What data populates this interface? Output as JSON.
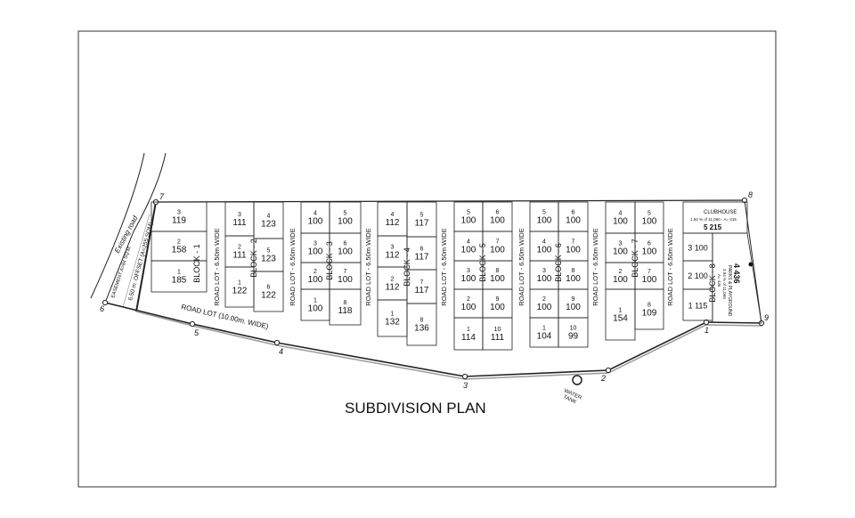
{
  "title": "SUBDIVISION PLAN",
  "labels": {
    "existing_road": "Existing road",
    "easement": "EASEMENT A=84 SQ.M.",
    "offset": "6.50 m. OFFSET (A=255 SQM)",
    "main_road": "ROAD LOT  (10.00m. WIDE)",
    "inner_road": "ROAD LOT - 6.50m WIDE",
    "water_tank_1": "WATER",
    "water_tank_2": "TANK",
    "clubhouse": "CLUBHOUSE",
    "clubhouse_note": "1.94 % of 11,060 - A= 215",
    "clubhouse_lot": "5 215",
    "park_lot": "4 436",
    "park_name": "PARKS & PLAYGROUND",
    "park_note": "3.94 % of 11,060",
    "park_area": "A= 436"
  },
  "points": [
    "1",
    "2",
    "3",
    "4",
    "5",
    "6",
    "7",
    "8",
    "9"
  ],
  "blocks": [
    {
      "name": "BLOCK - 1",
      "cols": [
        [
          [
            "3",
            "119"
          ],
          [
            "2",
            "158"
          ],
          [
            "1",
            "185"
          ]
        ]
      ]
    },
    {
      "name": "BLOCK - 2",
      "cols": [
        [
          [
            "3",
            "111"
          ],
          [
            "2",
            "111"
          ],
          [
            "1",
            "122"
          ]
        ],
        [
          [
            "4",
            "123"
          ],
          [
            "5",
            "123"
          ],
          [
            "6",
            "122"
          ]
        ]
      ]
    },
    {
      "name": "BLOCK - 3",
      "cols": [
        [
          [
            "4",
            "100"
          ],
          [
            "3",
            "100"
          ],
          [
            "2",
            "100"
          ],
          [
            "1",
            "100"
          ]
        ],
        [
          [
            "5",
            "100"
          ],
          [
            "6",
            "100"
          ],
          [
            "7",
            "100"
          ],
          [
            "8",
            "118"
          ]
        ]
      ]
    },
    {
      "name": "BLOCK - 4",
      "cols": [
        [
          [
            "4",
            "112"
          ],
          [
            "3",
            "112"
          ],
          [
            "2",
            "112"
          ],
          [
            "1",
            "132"
          ]
        ],
        [
          [
            "5",
            "117"
          ],
          [
            "6",
            "117"
          ],
          [
            "7",
            "117"
          ],
          [
            "8",
            "136"
          ]
        ]
      ]
    },
    {
      "name": "BLOCK - 5",
      "cols": [
        [
          [
            "5",
            "100"
          ],
          [
            "4",
            "100"
          ],
          [
            "3",
            "100"
          ],
          [
            "2",
            "100"
          ],
          [
            "1",
            "114"
          ]
        ],
        [
          [
            "6",
            "100"
          ],
          [
            "7",
            "100"
          ],
          [
            "8",
            "100"
          ],
          [
            "9",
            "100"
          ],
          [
            "10",
            "111"
          ]
        ]
      ]
    },
    {
      "name": "BLOCK - 6",
      "cols": [
        [
          [
            "5",
            "100"
          ],
          [
            "4",
            "100"
          ],
          [
            "3",
            "100"
          ],
          [
            "2",
            "100"
          ],
          [
            "1",
            "104"
          ]
        ],
        [
          [
            "6",
            "100"
          ],
          [
            "7",
            "100"
          ],
          [
            "8",
            "100"
          ],
          [
            "9",
            "100"
          ],
          [
            "10",
            "99"
          ]
        ]
      ]
    },
    {
      "name": "BLOCK - 7",
      "cols": [
        [
          [
            "4",
            "100"
          ],
          [
            "3",
            "100"
          ],
          [
            "2",
            "100"
          ],
          [
            "1",
            "154"
          ]
        ],
        [
          [
            "5",
            "100"
          ],
          [
            "6",
            "100"
          ],
          [
            "7",
            "100"
          ],
          [
            "8",
            "109"
          ]
        ]
      ]
    },
    {
      "name": "BLOCK - 8",
      "cols": [
        [
          [
            "3",
            "100"
          ],
          [
            "2",
            "100"
          ],
          [
            "1",
            "115"
          ]
        ]
      ]
    }
  ],
  "colors": {
    "line": "#222222",
    "road_edge": "#9a9a9a",
    "frame": "#333333"
  }
}
